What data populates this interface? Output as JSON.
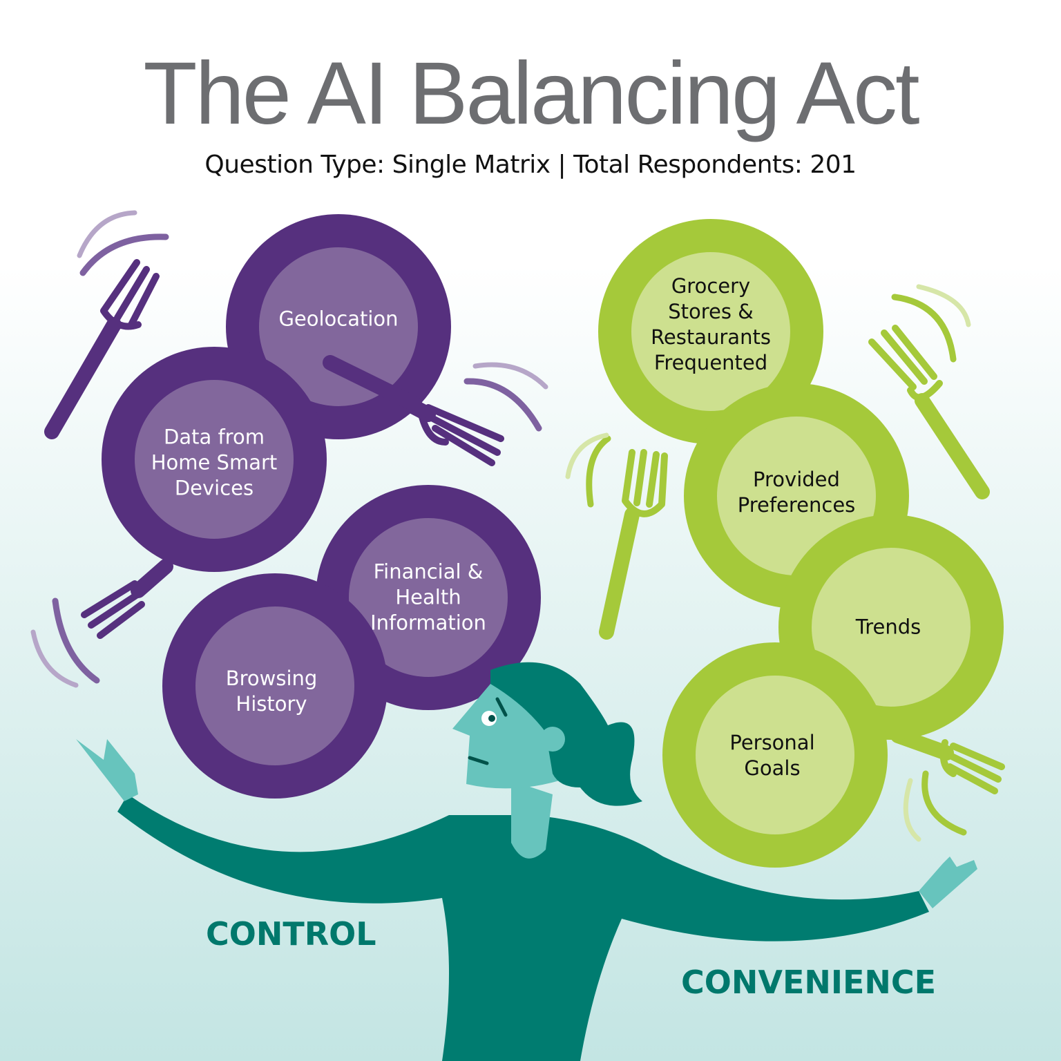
{
  "header": {
    "title": "The AI Balancing Act",
    "subtitle": "Question Type: Single Matrix | Total Respondents: 201"
  },
  "control": {
    "label": "CONTROL",
    "items": [
      "Geolocation",
      "Data from Home Smart Devices",
      "Financial & Health Information",
      "Browsing History"
    ]
  },
  "convenience": {
    "label": "CONVENIENCE",
    "items": [
      "Grocery Stores & Restaurants Frequented",
      "Provided Preferences",
      "Trends",
      "Personal Goals"
    ]
  },
  "colors": {
    "purple_outer": "#56307e",
    "purple_inner": "#82679c",
    "green_outer": "#a5c93a",
    "green_inner": "#cde08f",
    "teal": "#007c70",
    "skin": "#67c4bd",
    "title": "#6d6e71"
  }
}
